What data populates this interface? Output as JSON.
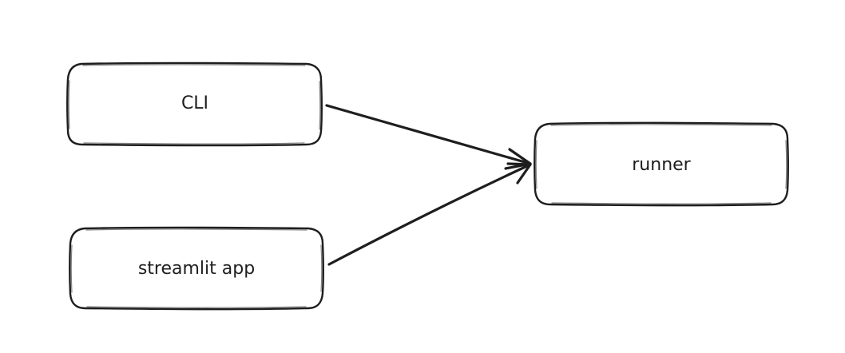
{
  "diagram": {
    "nodes": [
      {
        "id": "cli",
        "label": "CLI"
      },
      {
        "id": "streamlit",
        "label": "streamlit app"
      },
      {
        "id": "runner",
        "label": "runner"
      }
    ],
    "edges": [
      {
        "from": "cli",
        "to": "runner"
      },
      {
        "from": "streamlit",
        "to": "runner"
      }
    ],
    "colors": {
      "stroke": "#1e1e1e",
      "background": "#ffffff"
    }
  }
}
